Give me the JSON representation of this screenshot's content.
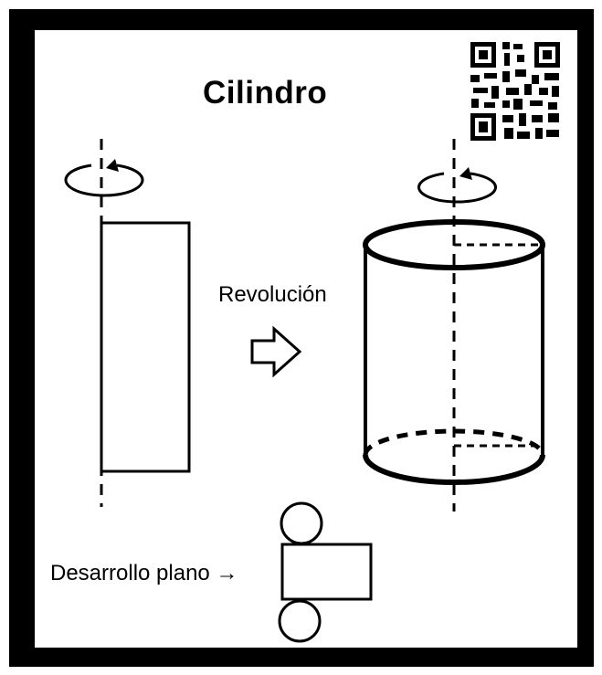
{
  "title": "Cilindro",
  "revolution_label": "Revolución",
  "development_label": "Desarrollo plano →",
  "colors": {
    "frame": "#000000",
    "background": "#ffffff",
    "ink": "#000000"
  },
  "icons": [
    "qr-code-icon",
    "rotation-arrow-icon",
    "hollow-right-arrow-icon"
  ]
}
